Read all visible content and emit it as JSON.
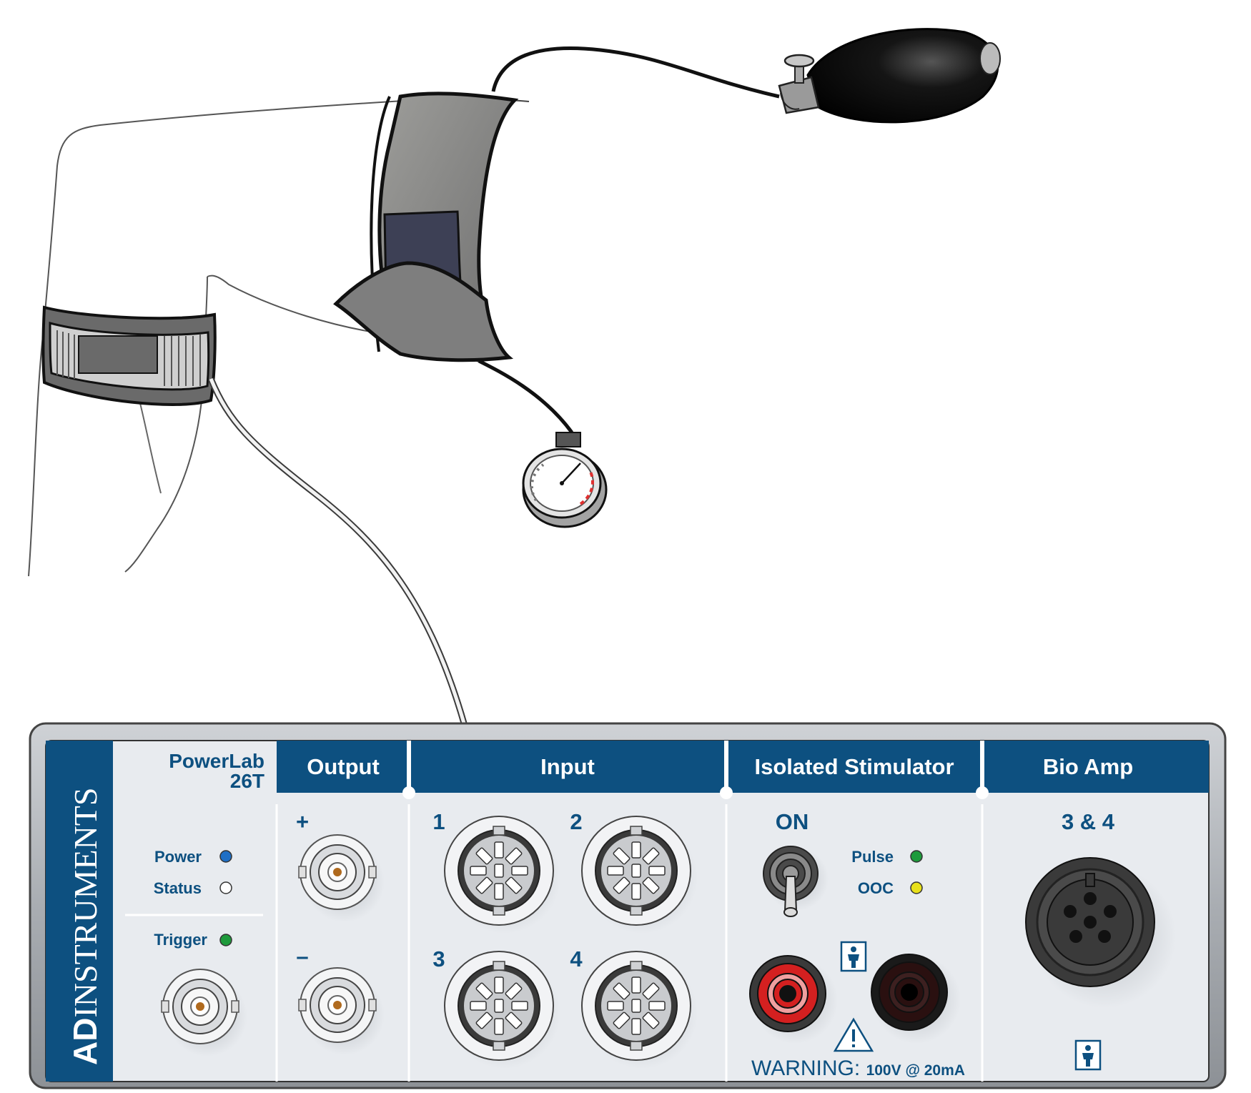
{
  "device": {
    "brand_bold": "AD",
    "brand_rest": "INSTRUMENTS",
    "model_line1": "PowerLab",
    "model_line2": "26T"
  },
  "panel": {
    "sections": {
      "output": "Output",
      "input": "Input",
      "stimulator": "Isolated Stimulator",
      "bioamp": "Bio Amp"
    },
    "indicators": {
      "power": "Power",
      "status": "Status",
      "trigger": "Trigger",
      "pulse": "Pulse",
      "ooc": "OOC"
    },
    "output_plus": "+",
    "output_minus": "–",
    "input_channels": [
      "1",
      "2",
      "3",
      "4"
    ],
    "switch_label": "ON",
    "bioamp_channels": "3 & 4",
    "warning_prefix": "WARNING:",
    "warning_rating": "100V @ 20mA"
  },
  "colors": {
    "panel_blue": "#0d5080",
    "panel_face": "#e8ebef",
    "power_led": "#1f6fc5",
    "status_led": "#ffffff",
    "trigger_led": "#1e9a3c",
    "pulse_led": "#1e9a3c",
    "ooc_led": "#e8e01a",
    "stim_positive": "#d42020",
    "stim_negative": "#2a1010",
    "cuff": "#8f8f8f",
    "bulb": "#111111"
  },
  "icons": {
    "isolated_patient_symbol": "person-in-box-icon",
    "warning_symbol": "warning-triangle-icon"
  }
}
